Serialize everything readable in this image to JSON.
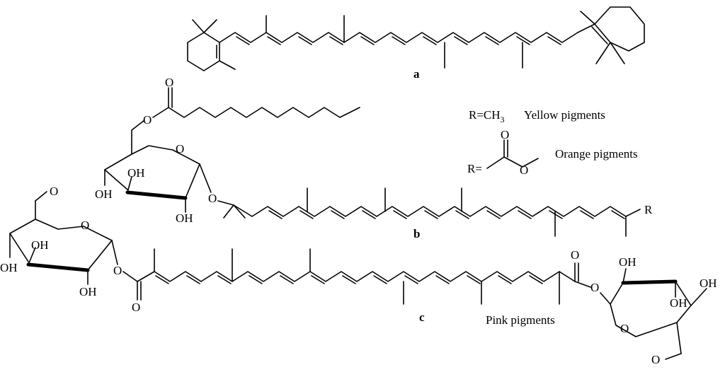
{
  "figure": {
    "labels": {
      "a": "a",
      "b": "b",
      "c": "c"
    },
    "legend": {
      "r_ch3": "R=CH",
      "r_ch3_sub": "3",
      "yellow": "Yellow pigments",
      "r_ester": "R=",
      "orange": "Orange pigments"
    },
    "pink": "Pink pigments",
    "atoms": {
      "O": "O",
      "OH": "OH",
      "R": "R"
    }
  }
}
